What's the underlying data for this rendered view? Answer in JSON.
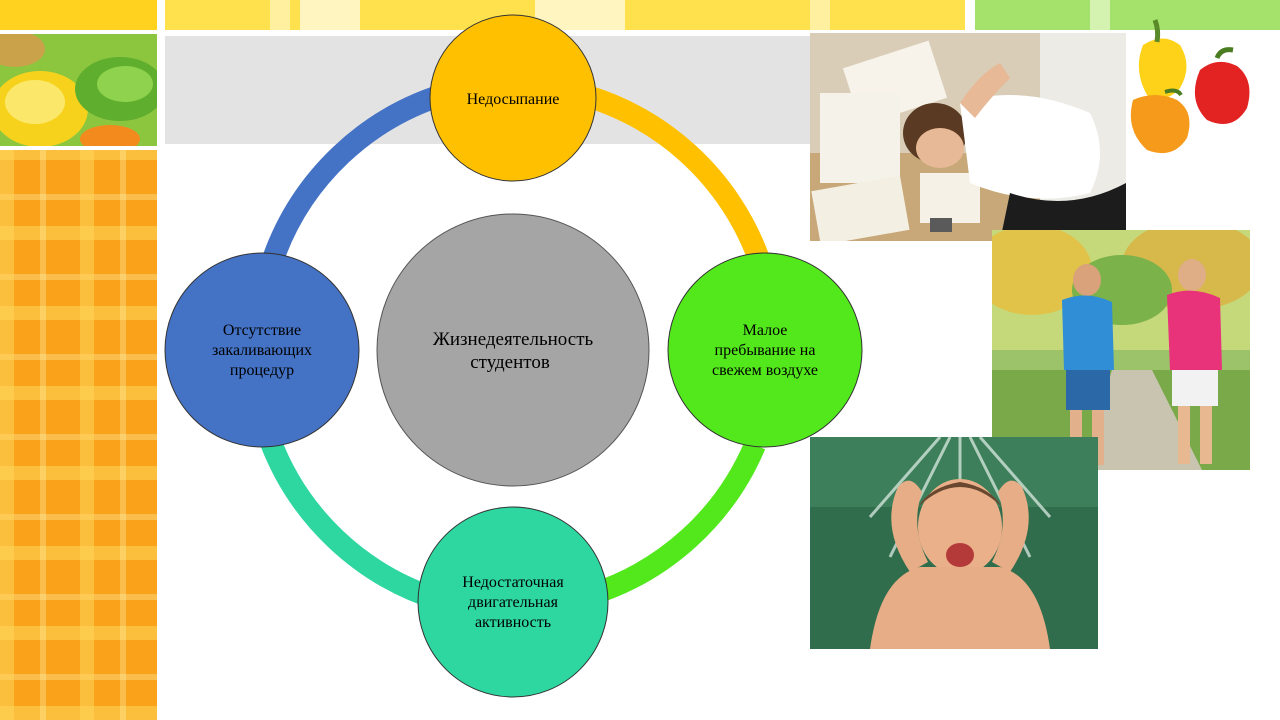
{
  "diagram": {
    "center": {
      "line1": "Жизнедеятельность",
      "line2": "студентов",
      "color": "#a5a5a5"
    },
    "nodes": {
      "top": {
        "line1": "Недосыпание",
        "color": "#ffc000"
      },
      "right": {
        "line1": "Малое",
        "line2": "пребывание на",
        "line3": "свежем воздухе",
        "color": "#52e81c"
      },
      "bottom": {
        "line1": "Недостаточная",
        "line2": "двигательная",
        "line3": "активность",
        "color": "#2ed6a0"
      },
      "left": {
        "line1": "Отсутствие",
        "line2": "закаливающих",
        "line3": "процедур",
        "color": "#4472c4"
      }
    },
    "ring_colors": {
      "top_right": "#ffc000",
      "right_bottom": "#52e81c",
      "bottom_left": "#2ed6a0",
      "left_top": "#4472c4"
    }
  },
  "theme": {
    "band_yellow": "#ffe14d",
    "band_green": "#a5e26b",
    "plaid_orange": "#f9a21a",
    "banner_gray": "#e3e3e3"
  },
  "photos": {
    "sleep": "student-asleep-on-books-photo",
    "walk": "women-walking-in-park-photo",
    "shower": "boy-under-water-spray-photo"
  }
}
